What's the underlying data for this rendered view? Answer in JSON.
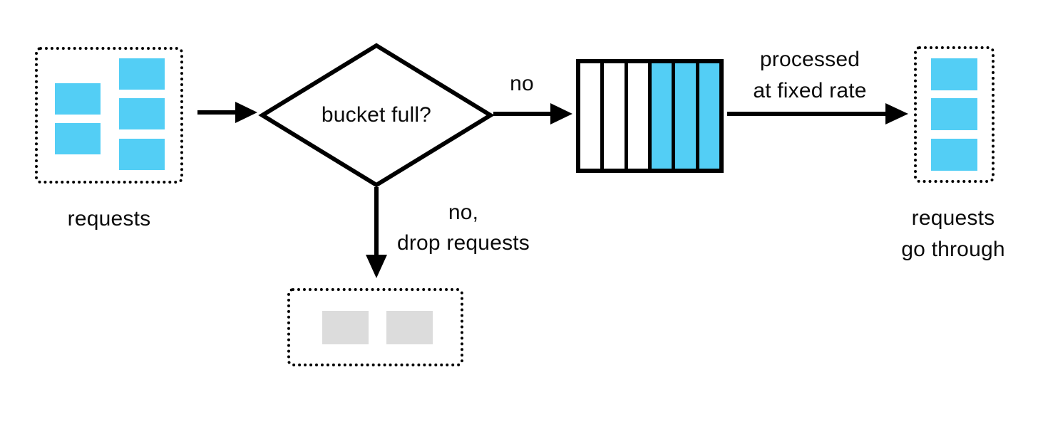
{
  "colors": {
    "request_blue": "#53CEF5",
    "dropped_gray": "#DCDCDC",
    "stroke_black": "#000000"
  },
  "nodes": {
    "incoming": {
      "label": "requests",
      "item_count": 5
    },
    "decision": {
      "label": "bucket full?"
    },
    "bucket": {
      "cells": [
        "empty",
        "empty",
        "empty",
        "filled",
        "filled",
        "filled"
      ],
      "capacity": 6,
      "filled_count": 3
    },
    "outgoing": {
      "label_line1": "requests",
      "label_line2": "go through",
      "item_count": 3
    },
    "dropped": {
      "item_count": 2
    }
  },
  "edges": {
    "decision_to_bucket": {
      "label": "no"
    },
    "bucket_to_outgoing": {
      "label_line1": "processed",
      "label_line2": "at fixed rate"
    },
    "decision_to_dropped": {
      "label_line1": "no,",
      "label_line2": "drop requests"
    }
  }
}
